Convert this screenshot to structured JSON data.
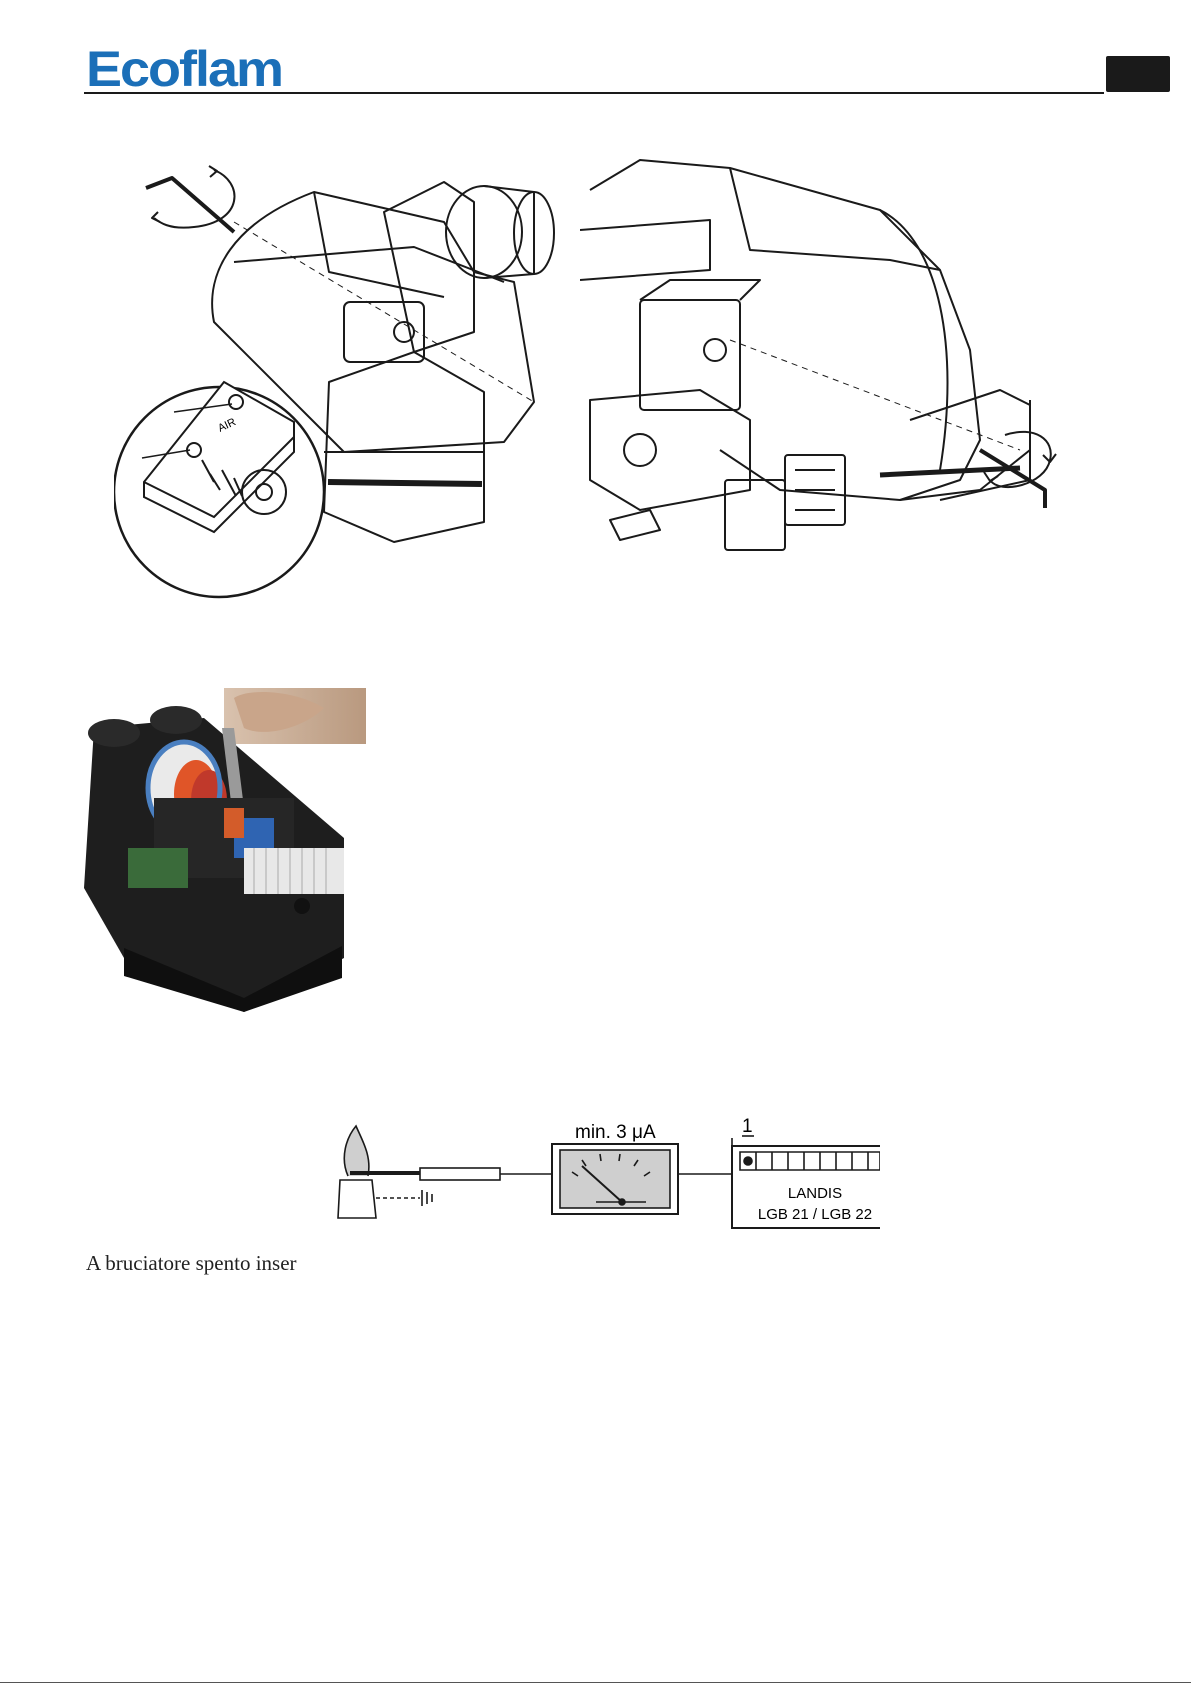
{
  "header": {
    "logo_text": "Ecoflam",
    "brand_color": "#1b6fb8"
  },
  "figures": {
    "top_left": {
      "detail_label": "AIR",
      "icons": [
        "hex-key-icon",
        "rotation-arrow-icon",
        "servomotor-icon",
        "magnifier-detail-icon"
      ]
    },
    "top_right": {
      "icons": [
        "hex-key-icon",
        "rotation-arrow-icon",
        "ignition-transformer-icon",
        "solenoid-valve-icon"
      ]
    },
    "photo": {
      "icons": [
        "servomotor-photo-icon",
        "hand-icon"
      ]
    }
  },
  "schematic": {
    "meter_label": "min. 3 μA",
    "terminal_label": "1",
    "device_name": "LANDIS",
    "device_model": "LGB 21 / LGB 22",
    "terminal_count": 10
  },
  "body": {
    "text": "A bruciatore spento inser"
  }
}
